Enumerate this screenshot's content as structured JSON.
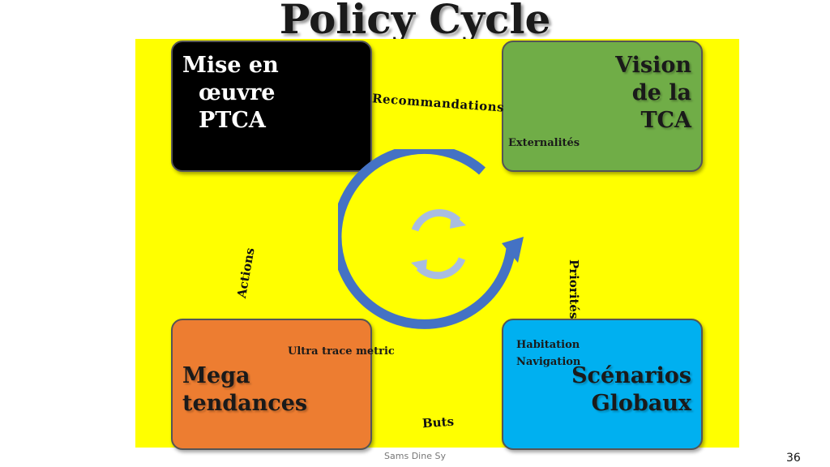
{
  "title": "Policy Cycle",
  "boxes": {
    "top_left": {
      "lines": [
        "Mise en",
        "œuvre",
        "PTCA"
      ],
      "color": "#000000",
      "text_color": "#ffffff"
    },
    "top_right": {
      "lines": [
        "Vision",
        "de la",
        "TCA"
      ],
      "sub": "Externalités",
      "color": "#70ad47",
      "text_color": "#1a1a1a"
    },
    "bottom_left": {
      "lines": [
        "Mega",
        "tendances"
      ],
      "sub": "Ultra trace metric",
      "color": "#ed7d31",
      "text_color": "#1a1a1a"
    },
    "bottom_right": {
      "lines": [
        "Scénarios",
        "Globaux"
      ],
      "sub": [
        "Habitation",
        "Navigation"
      ],
      "color": "#00b0f0",
      "text_color": "#1a1a1a"
    }
  },
  "edges": {
    "top": "Recommandations",
    "right": "Priorités",
    "bottom": "Buts",
    "left": "Actions"
  },
  "footer": "Sams Dine Sy",
  "page_number": "36",
  "colors": {
    "background": "#ffff00",
    "cycle_arrow": "#4472c4",
    "cycle_icon": "#a9bde0"
  }
}
